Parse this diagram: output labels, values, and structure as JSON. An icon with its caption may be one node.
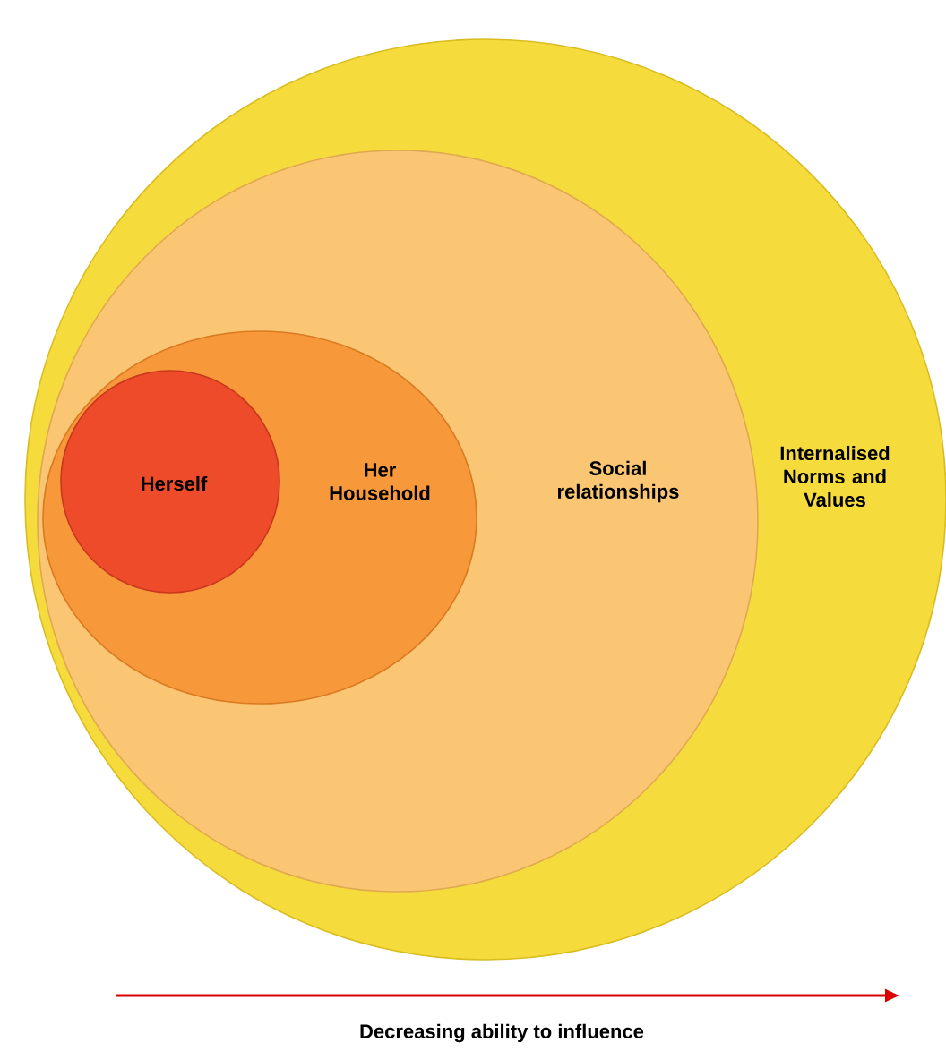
{
  "diagram": {
    "nodes": [
      {
        "text": [
          "Internalised Norms and Values"
        ]
      },
      {
        "text": [
          "Social relationships"
        ],
        "in": 0
      },
      {
        "text": [
          "Her Household"
        ],
        "in": 1
      },
      {
        "text": [
          "Herself"
        ],
        "in": 2
      }
    ],
    "labels": [
      "Decreasing ability to influence"
    ]
  }
}
